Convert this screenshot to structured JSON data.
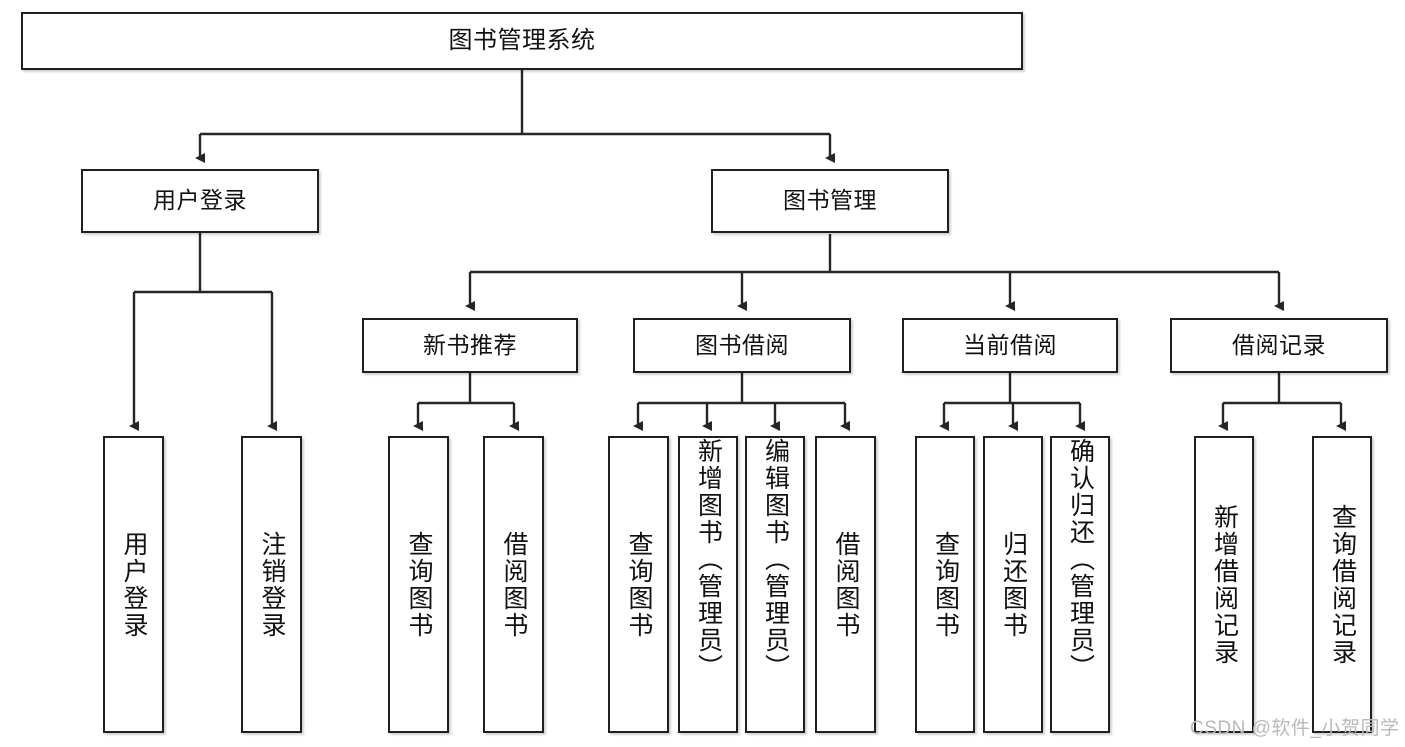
{
  "diagram": {
    "title": "图书管理系统",
    "type": "hierarchy-tree",
    "colors": {
      "box_border": "#1f1f1f",
      "box_fill": "#ffffff",
      "connector": "#262626",
      "text": "#111111",
      "watermark": "#b9b9b9"
    },
    "levels": {
      "root": [
        "图书管理系统"
      ],
      "level2": [
        "用户登录",
        "图书管理"
      ],
      "level3": [
        "新书推荐",
        "图书借阅",
        "当前借阅",
        "借阅记录"
      ],
      "leaves": [
        "用户登录",
        "注销登录",
        "查询图书",
        "借阅图书",
        "查询图书",
        "新增图书（管理员）",
        "编辑图书（管理员）",
        "借阅图书",
        "查询图书",
        "归还图书",
        "确认归还（管理员）",
        "新增借阅记录",
        "查询借阅记录"
      ]
    },
    "nodes": {
      "root": {
        "label": "图书管理系统"
      },
      "user_login": {
        "label": "用户登录"
      },
      "book_manage": {
        "label": "图书管理"
      },
      "new_book_rec": {
        "label": "新书推荐"
      },
      "book_borrow": {
        "label": "图书借阅"
      },
      "current_borrow": {
        "label": "当前借阅"
      },
      "borrow_record": {
        "label": "借阅记录"
      },
      "leaf_user_login": {
        "label": "用户登录"
      },
      "leaf_user_logout": {
        "label": "注销登录"
      },
      "leaf_nbr_query": {
        "label": "查询图书"
      },
      "leaf_nbr_borrow": {
        "label": "借阅图书"
      },
      "leaf_bb_query": {
        "label": "查询图书"
      },
      "leaf_bb_add": {
        "label": "新增图书（管理员）"
      },
      "leaf_bb_edit": {
        "label": "编辑图书（管理员）"
      },
      "leaf_bb_borrow": {
        "label": "借阅图书"
      },
      "leaf_cb_query": {
        "label": "查询图书"
      },
      "leaf_cb_return": {
        "label": "归还图书"
      },
      "leaf_cb_confirm": {
        "label": "确认归还（管理员）"
      },
      "leaf_br_add": {
        "label": "新增借阅记录"
      },
      "leaf_br_query": {
        "label": "查询借阅记录"
      }
    }
  },
  "watermark": {
    "text": "CSDN @软件_小贺同学"
  }
}
